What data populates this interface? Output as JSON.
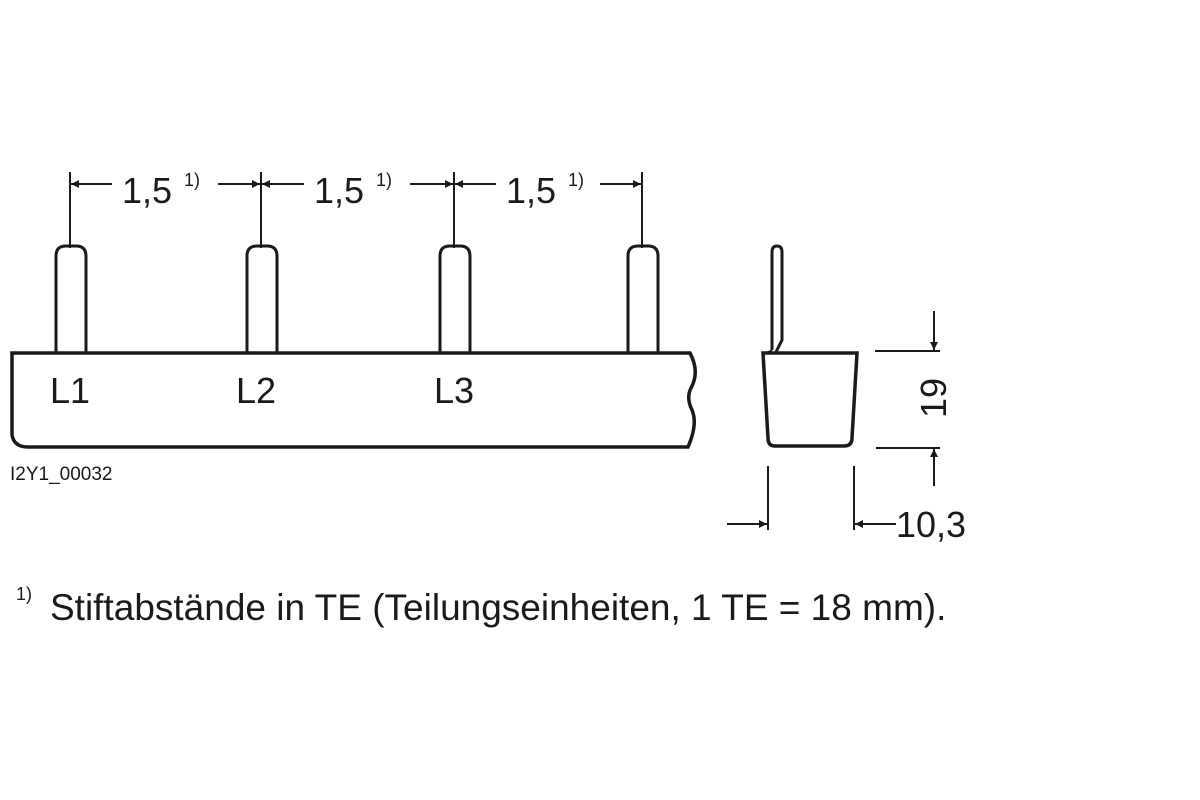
{
  "diagram": {
    "front_view": {
      "spacing_labels": [
        "1,5",
        "1,5",
        "1,5"
      ],
      "spacing_footnote_mark": "1)",
      "phase_labels": [
        "L1",
        "L2",
        "L3"
      ],
      "drawing_id": "I2Y1_00032"
    },
    "side_view": {
      "height_dimension": "19",
      "width_dimension": "10,3"
    },
    "footnote": {
      "mark": "1)",
      "text": "Stiftabstände in TE (Teilungseinheiten, 1 TE = 18 mm)."
    }
  }
}
